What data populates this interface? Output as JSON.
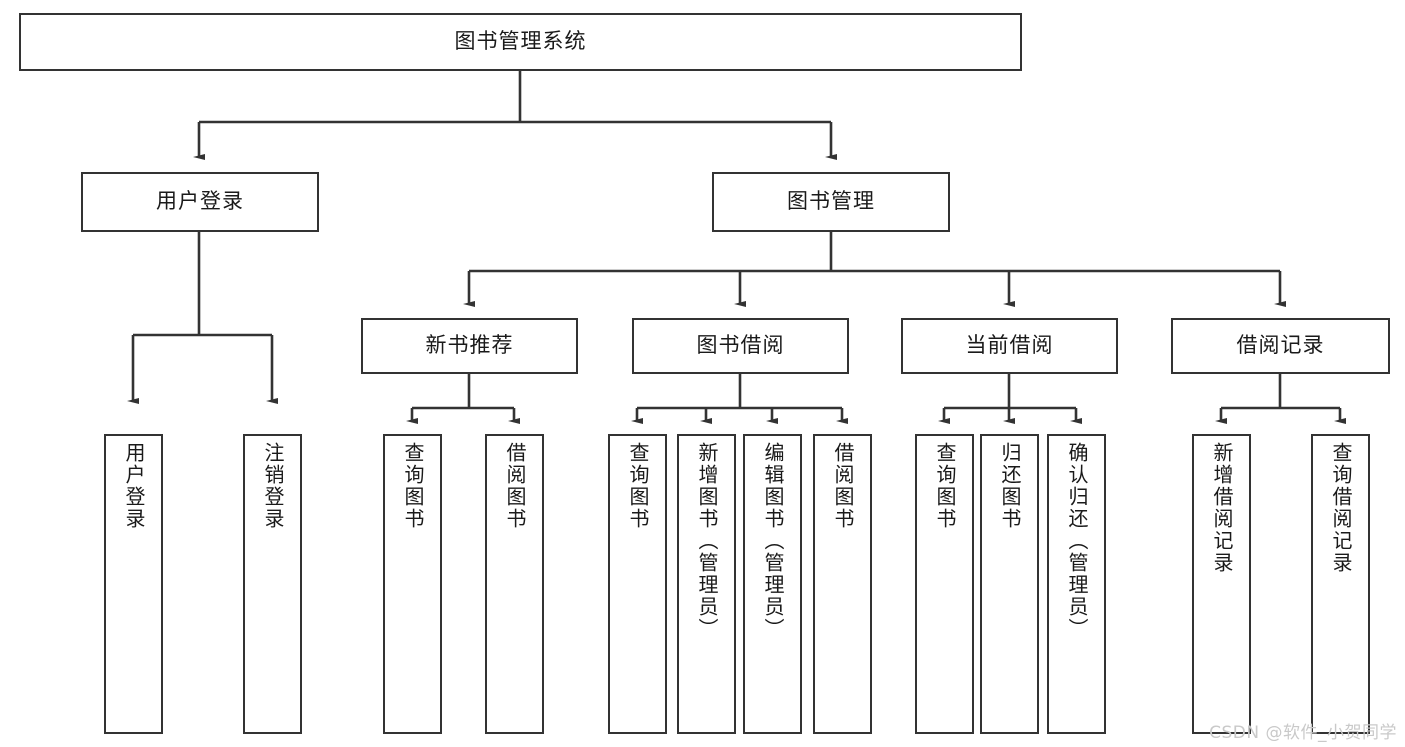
{
  "diagram": {
    "title": "图书管理系统",
    "type": "hierarchy-tree",
    "colors": {
      "box_border": "#333333",
      "box_fill": "#ffffff",
      "line": "#333333",
      "text": "#1a1a1a",
      "watermark": "#c9c9c9"
    },
    "root": {
      "label": "图书管理系统"
    },
    "level2": [
      {
        "id": "user-login",
        "label": "用户登录"
      },
      {
        "id": "book-manage",
        "label": "图书管理"
      }
    ],
    "level3": [
      {
        "id": "new-book-rec",
        "label": "新书推荐"
      },
      {
        "id": "book-borrow",
        "label": "图书借阅"
      },
      {
        "id": "current-borrow",
        "label": "当前借阅"
      },
      {
        "id": "borrow-record",
        "label": "借阅记录"
      }
    ],
    "leaves": {
      "user_login": [
        {
          "id": "leaf-user-login",
          "label": "用户登录"
        },
        {
          "id": "leaf-logout-login",
          "label": "注销登录"
        }
      ],
      "new_book_rec": [
        {
          "id": "leaf-query-book-1",
          "label": "查询图书"
        },
        {
          "id": "leaf-borrow-book-1",
          "label": "借阅图书"
        }
      ],
      "book_borrow": [
        {
          "id": "leaf-query-book-2",
          "label": "查询图书"
        },
        {
          "id": "leaf-add-book",
          "label": "新增图书（管理员）"
        },
        {
          "id": "leaf-edit-book",
          "label": "编辑图书（管理员）"
        },
        {
          "id": "leaf-borrow-book-2",
          "label": "借阅图书"
        }
      ],
      "current_borrow": [
        {
          "id": "leaf-query-book-3",
          "label": "查询图书"
        },
        {
          "id": "leaf-return-book",
          "label": "归还图书"
        },
        {
          "id": "leaf-confirm-return",
          "label": "确认归还（管理员）"
        }
      ],
      "borrow_record": [
        {
          "id": "leaf-add-record",
          "label": "新增借阅记录"
        },
        {
          "id": "leaf-query-record",
          "label": "查询借阅记录"
        }
      ]
    }
  },
  "watermark": {
    "text": "CSDN @软件_小贺同学"
  }
}
